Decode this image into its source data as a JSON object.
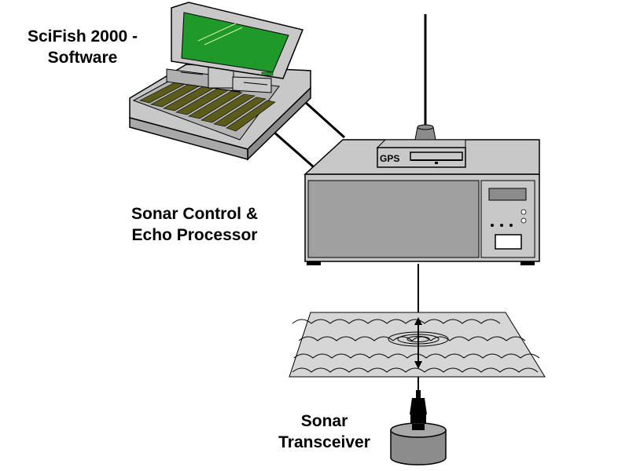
{
  "labels": {
    "software": [
      "SciFish 2000 -",
      "Software"
    ],
    "processor": [
      "Sonar Control &",
      "Echo Processor"
    ],
    "transceiver": [
      "Sonar",
      "Transceiver"
    ],
    "gps": "GPS"
  },
  "colors": {
    "device_gray": "#c8c8c8",
    "device_dark": "#8c8c8c",
    "screen_green": "#1f9a2a",
    "keys_olive": "#5b5b1b",
    "water_gray": "#d6d6d6",
    "outline": "#000000"
  }
}
